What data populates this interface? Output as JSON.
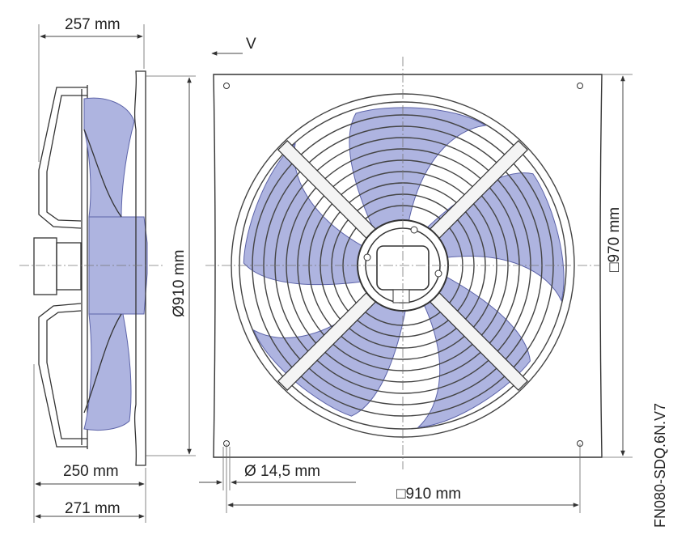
{
  "drawing": {
    "model_code": "FN080-SDQ.6N.V7",
    "airflow_label": "V",
    "dimensions": {
      "side_depth_top": "257 mm",
      "side_depth_mid": "250 mm",
      "side_depth_bottom": "271 mm",
      "fan_diameter": "Ø910 mm",
      "plate_width": "□910 mm",
      "plate_height": "□970 mm",
      "hole_diameter": "Ø 14,5 mm"
    }
  },
  "colors": {
    "blade_fill": "#aeb4e0",
    "blade_stroke": "#5c63a8",
    "line": "#333333"
  },
  "icons": [
    "airflow-arrow-icon",
    "fan-front-view",
    "fan-side-view"
  ]
}
